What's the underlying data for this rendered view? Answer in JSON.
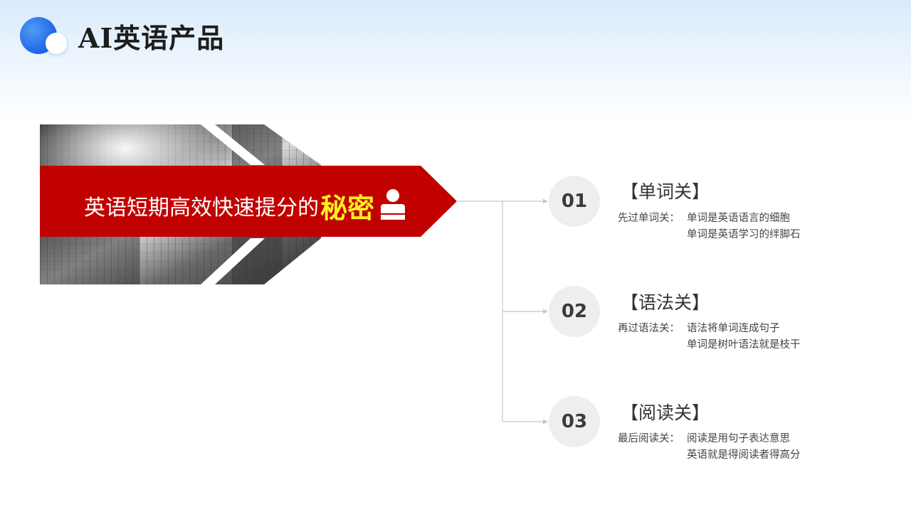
{
  "header": {
    "title": "AI英语产品"
  },
  "banner": {
    "text": "英语短期高效快速提分的",
    "highlight": "秘密",
    "icon": "person-at-desk-icon"
  },
  "colors": {
    "banner_red": "#c10000",
    "highlight_yellow": "#ffee22",
    "logo_blue": "#1f63e6"
  },
  "items": [
    {
      "number": "01",
      "title": "【单词关】",
      "prefix": "先过单词关：",
      "line1": "单词是英语语言的细胞",
      "line2": "单词是英语学习的绊脚石"
    },
    {
      "number": "02",
      "title": "【语法关】",
      "prefix": "再过语法关：",
      "line1": "语法将单词连成句子",
      "line2": "单词是树叶语法就是枝干"
    },
    {
      "number": "03",
      "title": "【阅读关】",
      "prefix": "最后阅读关：",
      "line1": "阅读是用句子表达意思",
      "line2": "英语就是得阅读者得高分"
    }
  ]
}
